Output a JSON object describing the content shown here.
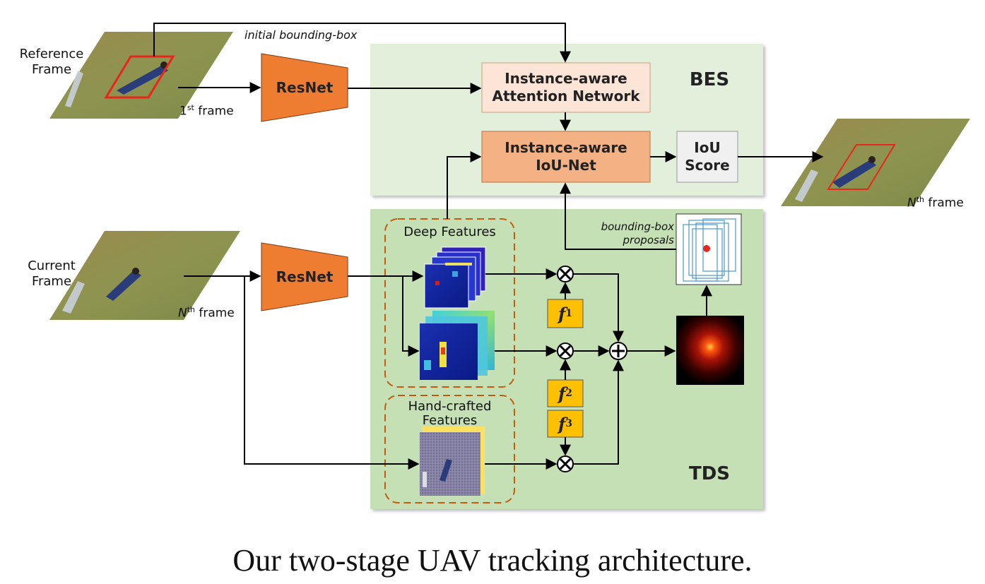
{
  "stages": {
    "bes": "BES",
    "tds": "TDS"
  },
  "inputs": {
    "reference_frame": "Reference\nFrame",
    "current_frame": "Current\nFrame",
    "first_frame": {
      "base": "1",
      "sup": "st",
      "rest": " frame"
    },
    "nth_frame_input": {
      "base": "N",
      "sup": "th",
      "rest": " frame"
    },
    "nth_frame_output": {
      "base": "N",
      "sup": "th",
      "rest": " frame"
    },
    "initial_bbox": "initial bounding-box"
  },
  "blocks": {
    "resnet_top": "ResNet",
    "resnet_bottom": "ResNet",
    "attention_net": "Instance-aware\nAttention Network",
    "iou_net": "Instance-aware\nIoU-Net",
    "iou_score": "IoU\nScore"
  },
  "features": {
    "deep": "Deep Features",
    "handcrafted": "Hand-crafted\nFeatures",
    "bbox_proposals": "bounding-box\nproposals"
  },
  "filters": [
    {
      "base": "f",
      "sup": "1"
    },
    {
      "base": "f",
      "sup": "2"
    },
    {
      "base": "f",
      "sup": "3"
    }
  ],
  "colors": {
    "resnet": "#ee7d32",
    "attention": "#fce4d6",
    "iou_net": "#f4b183",
    "iou_score": "#f0f0f0",
    "bes_bg": "#e2efda",
    "tds_bg": "#c5e0b4",
    "filter": "#ffc000",
    "dashed": "#c55a11",
    "bbox_red": "#e8261c"
  },
  "caption": "Our two-stage UAV tracking architecture."
}
